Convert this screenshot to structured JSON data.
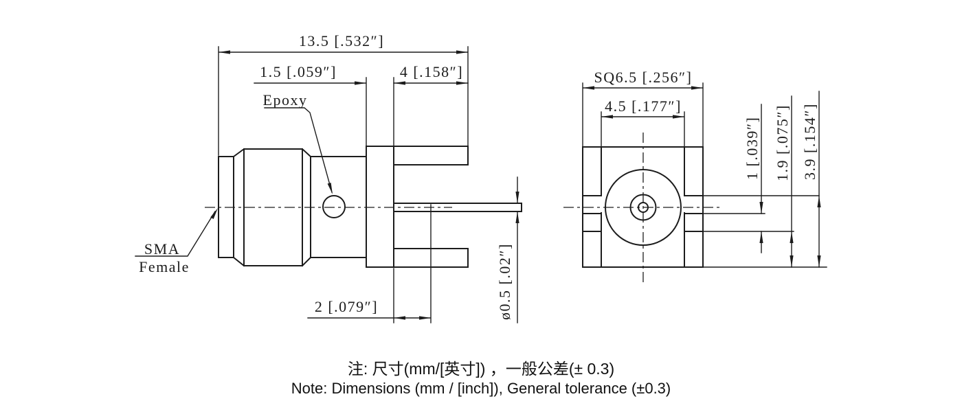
{
  "page": {
    "background": "#ffffff",
    "line_color": "#1c1c1c",
    "note_color": "#111111"
  },
  "side_view": {
    "epoxy_label": "Epoxy",
    "sma_label_line1": "SMA",
    "sma_label_line2": "Female",
    "dim_overall_length": "13.5 [.532″]",
    "dim_flange_thickness": "1.5 [.059″]",
    "dim_leg_length": "4 [.158″]",
    "dim_pin_setback": "2 [.079″]",
    "dim_pin_diameter": "ø0.5 [.02″]"
  },
  "end_view": {
    "dim_square": "SQ6.5 [.256″]",
    "dim_inner_width": "4.5 [.177″]",
    "dim_gap": "1 [.039″]",
    "dim_lower": "1.9 [.075″]",
    "dim_height": "3.9 [.154″]"
  },
  "notes": {
    "line1": "注: 尺寸(mm/[英寸]) ，一般公差(± 0.3)",
    "line2": "Note: Dimensions (mm / [inch]), General tolerance (±0.3)"
  }
}
